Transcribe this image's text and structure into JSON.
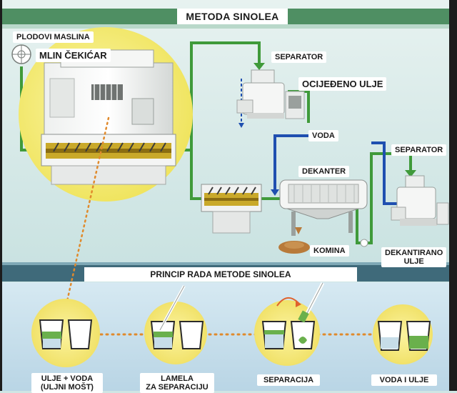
{
  "title": "METODA SINOLEA",
  "labels": {
    "plodovi_maslina": "PLODOVI MASLINA",
    "mlin_cekicar": "MLIN ČEKIĆAR",
    "separator_top": "SEPARATOR",
    "ocijedeno_ulje": "OCIJEĐENO ULJE",
    "voda": "VODA",
    "separator_right": "SEPARATOR",
    "dekanter": "DEKANTER",
    "komina": "KOMINA",
    "dekantirano_ulje_1": "DEKANTIRANO",
    "dekantirano_ulje_2": "ULJE"
  },
  "principle_title": "PRINCIP RADA METODE SINOLEA",
  "steps": [
    {
      "line1": "ULJE + VODA",
      "line2": "(ULJNI MOŠT)"
    },
    {
      "line1": "LAMELA",
      "line2": "ZA SEPARACIJU"
    },
    {
      "line1": "SEPARACIJA",
      "line2": ""
    },
    {
      "line1": "VODA I ULJE",
      "line2": ""
    }
  ],
  "colors": {
    "background": "#cfe6e4",
    "title_band": "#4f8f63",
    "pipe_green": "#3f9a3a",
    "pipe_blue": "#1f4fb0",
    "yellow_circle": "#f4ec7a",
    "lower_panel": "#c2dcea",
    "dark_band": "#3f6a7a",
    "oil_green": "#6ab04c",
    "komina": "#b87a3a"
  }
}
